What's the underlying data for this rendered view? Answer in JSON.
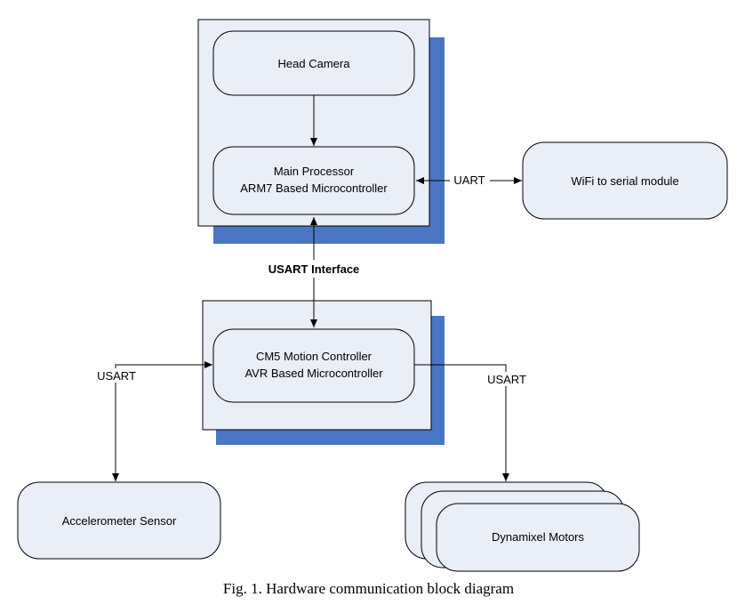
{
  "colors": {
    "box_fill": "#e9eef7",
    "shadow": "#4a76c3",
    "stroke": "#000000"
  },
  "nodes": {
    "head_camera": "Head Camera",
    "main_processor": [
      "Main Processor",
      "ARM7 Based Microcontroller"
    ],
    "wifi_module": "WiFi to serial module",
    "motion_controller": [
      "CM5 Motion Controller",
      "AVR Based Microcontroller"
    ],
    "accelerometer": "Accelerometer Sensor",
    "dynamixel": "Dynamixel Motors"
  },
  "edges": {
    "uart": "UART",
    "usart_interface": "USART Interface",
    "usart_left": "USART",
    "usart_right": "USART"
  },
  "caption": "Fig. 1. Hardware communication block diagram"
}
